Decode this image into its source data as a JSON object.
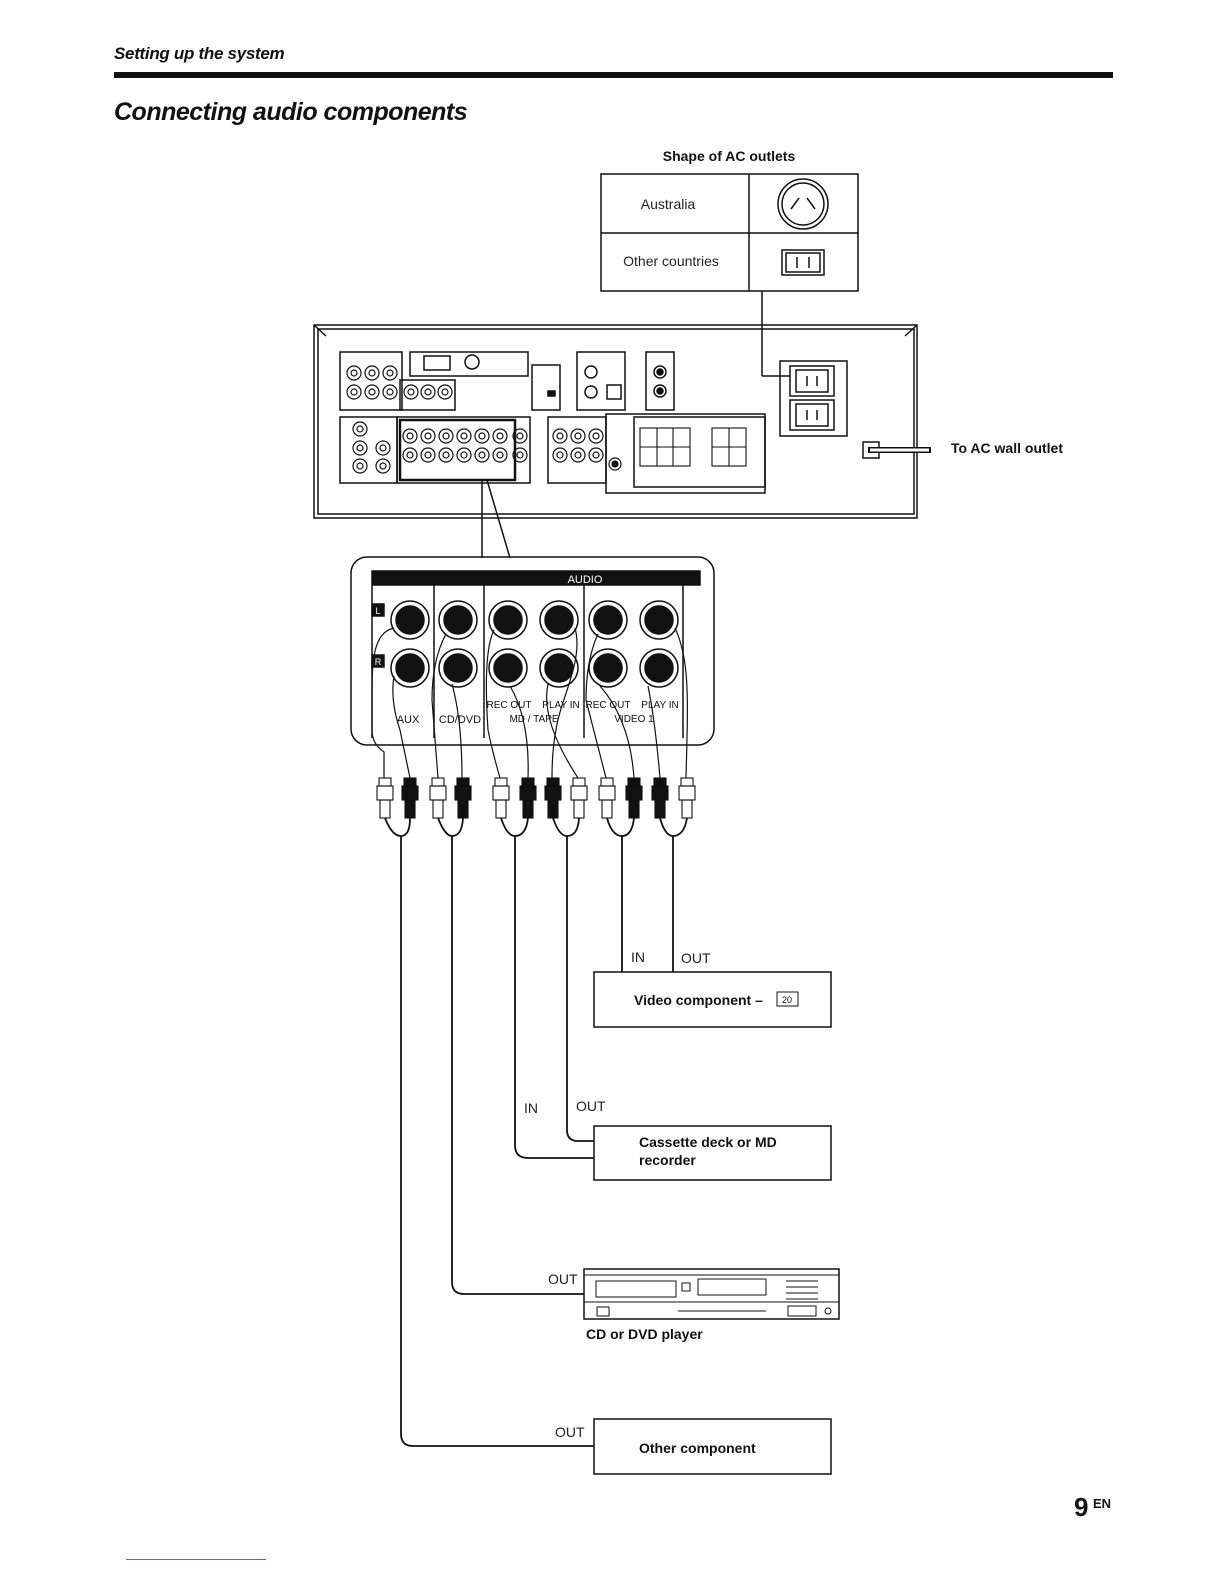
{
  "header": {
    "section": "Setting up the system",
    "title": "Connecting audio components"
  },
  "ac_outlets": {
    "heading": "Shape of AC outlets",
    "rows": [
      {
        "country": "Australia",
        "icon": "australian-outlet-icon"
      },
      {
        "country": "Other countries",
        "icon": "two-slot-outlet-icon"
      }
    ]
  },
  "wall_outlet_label": "To AC wall outlet",
  "audio_panel": {
    "heading": "AUDIO",
    "channel_left": "L",
    "channel_right": "R",
    "jack_labels": [
      "AUX",
      "CD/DVD",
      "REC OUT",
      "PLAY IN",
      "MD / TAPE",
      "REC OUT",
      "PLAY IN",
      "VIDEO 1"
    ]
  },
  "devices": {
    "video": {
      "label": "Video component –",
      "ref": "20",
      "in": "IN",
      "out": "OUT"
    },
    "cassette": {
      "line1": "Cassette deck or MD",
      "line2": "recorder",
      "in": "IN",
      "out": "OUT"
    },
    "cd": {
      "label": "CD or DVD player",
      "out": "OUT"
    },
    "other": {
      "label": "Other component",
      "out": "OUT"
    }
  },
  "footer": {
    "page": "9",
    "lang": "EN"
  }
}
